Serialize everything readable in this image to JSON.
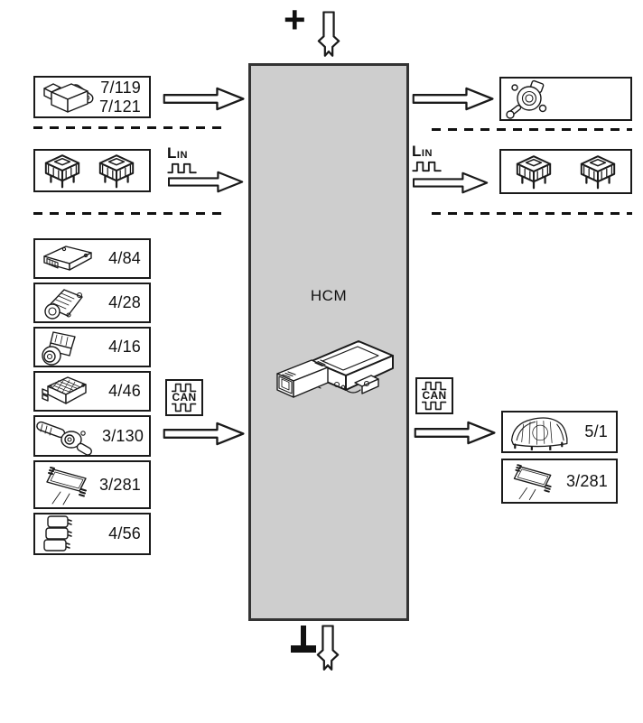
{
  "central": {
    "label": "HCM"
  },
  "power": {
    "plus": "+",
    "ground": "ground"
  },
  "bus": {
    "lin": "LIN",
    "can": "CAN"
  },
  "left": {
    "row_ignition": {
      "labels": [
        "7/119",
        "7/121"
      ],
      "icon": "ignition-switch-icon"
    },
    "row_lin": {
      "icon": "control-modules-icon"
    },
    "components": [
      {
        "label": "4/84",
        "icon": "ecu-flat-module-icon"
      },
      {
        "label": "4/28",
        "icon": "camera-module-icon"
      },
      {
        "label": "4/16",
        "icon": "pump-module-icon"
      },
      {
        "label": "4/46",
        "icon": "ecu-grid-module-icon"
      },
      {
        "label": "3/130",
        "icon": "steering-stalk-icon"
      },
      {
        "label": "3/281",
        "icon": "display-unit-icon"
      },
      {
        "label": "4/56",
        "icon": "switch-pack-icon"
      }
    ]
  },
  "right": {
    "row_lamp": {
      "icon": "headlamp-actuator-icon"
    },
    "row_lin": {
      "icon": "control-modules-icon"
    },
    "components": [
      {
        "label": "5/1",
        "icon": "instrument-cluster-icon"
      },
      {
        "label": "3/281",
        "icon": "display-unit-icon"
      }
    ]
  }
}
